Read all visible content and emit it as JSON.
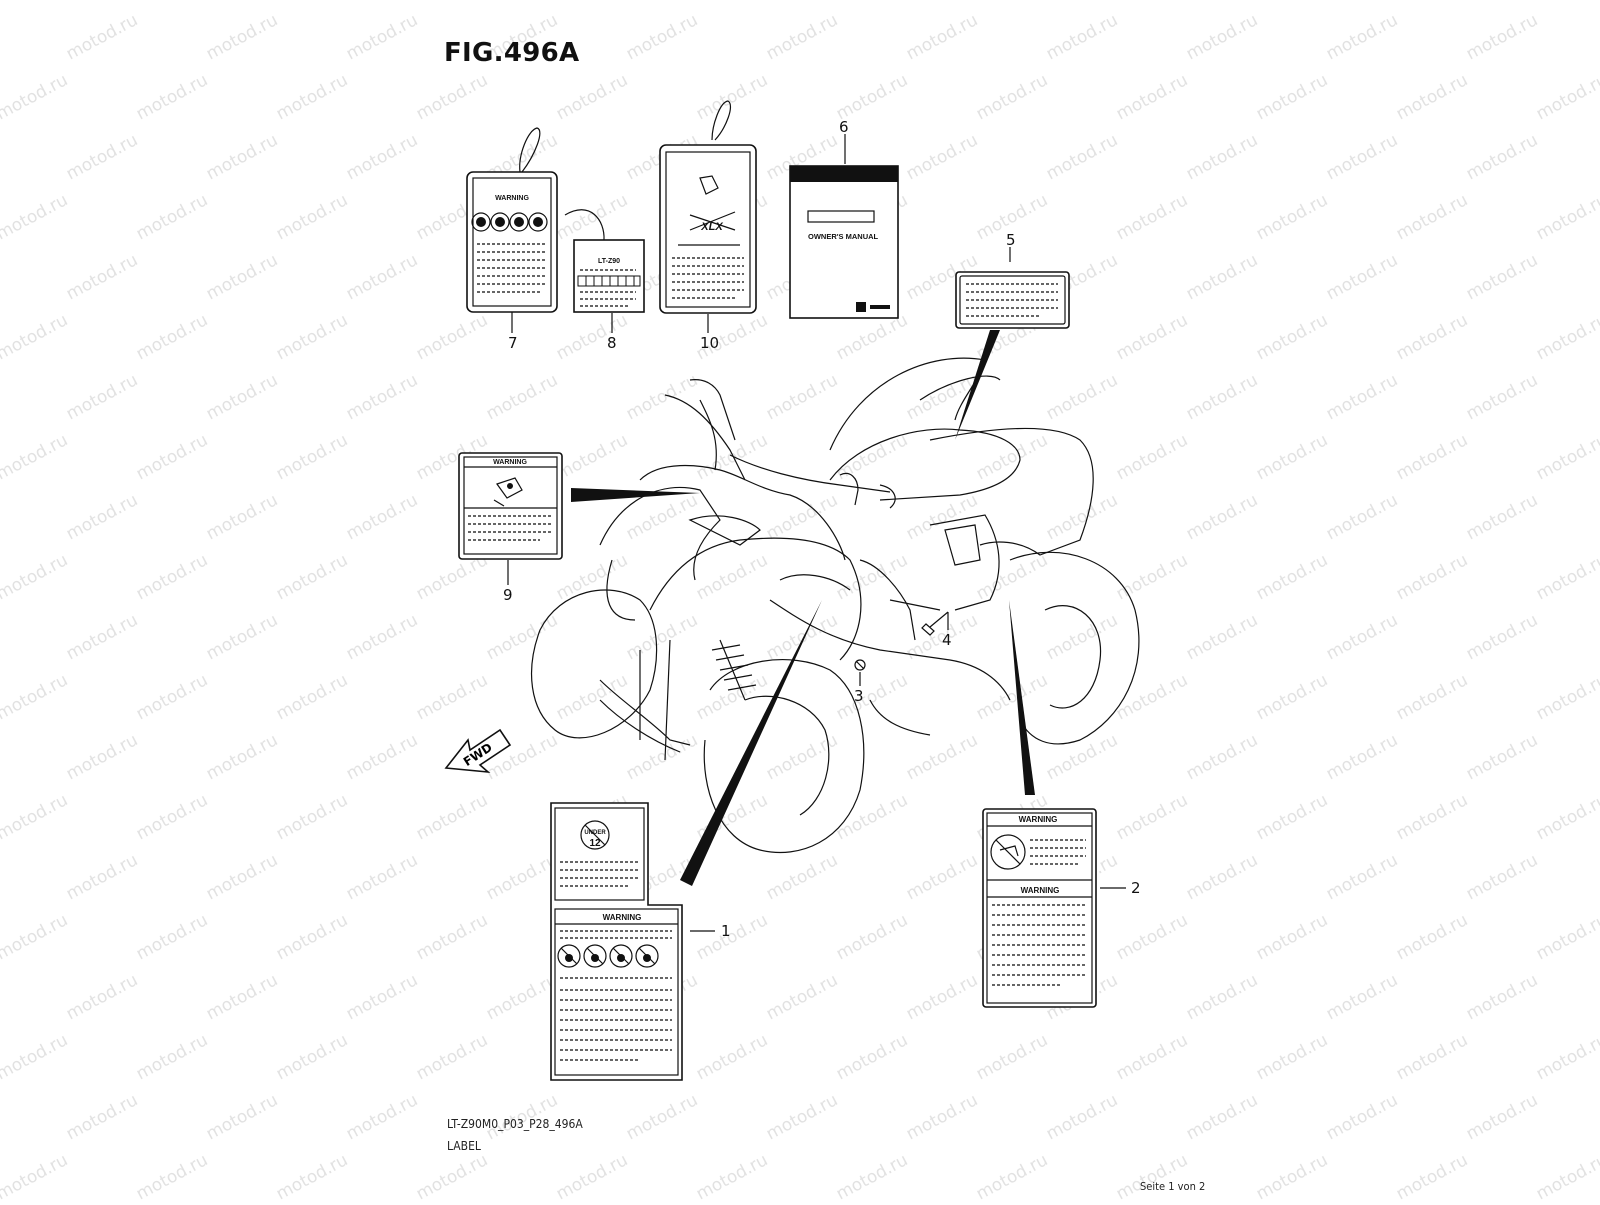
{
  "figure": {
    "title": "FIG.496A",
    "code": "LT-Z90M0_P03_P28_496A",
    "caption": "LABEL",
    "page": "Seite 1 von 2",
    "watermark": "motod.ru",
    "fwd_arrow": "FWD"
  },
  "callouts": [
    "1",
    "2",
    "3",
    "4",
    "5",
    "6",
    "7",
    "8",
    "9",
    "10"
  ],
  "labels": {
    "warning": "WARNING",
    "manual": "OWNER'S MANUAL",
    "under": "UNDER",
    "under_age": "12",
    "model": "LT-Z90"
  }
}
